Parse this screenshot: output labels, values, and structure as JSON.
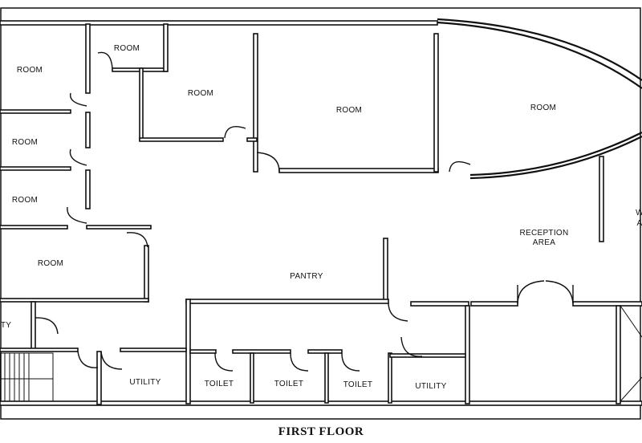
{
  "caption": "FIRST FLOOR",
  "labels": {
    "room_top_left": "ROOM",
    "room_small_top": "ROOM",
    "room_mid_left": "ROOM",
    "room_left_2": "ROOM",
    "room_left_3": "ROOM",
    "room_center": "ROOM",
    "room_bow": "ROOM",
    "room_lower_left": "ROOM",
    "reception_1": "RECEPTION",
    "reception_2": "AREA",
    "edge_right_1": "W",
    "edge_right_2": "A",
    "pantry": "PANTRY",
    "utility_left_cut": "ITY",
    "utility_1": "UTILITY",
    "toilet_1": "TOILET",
    "toilet_2": "TOILET",
    "toilet_3": "TOILET",
    "utility_2": "UTILITY"
  }
}
